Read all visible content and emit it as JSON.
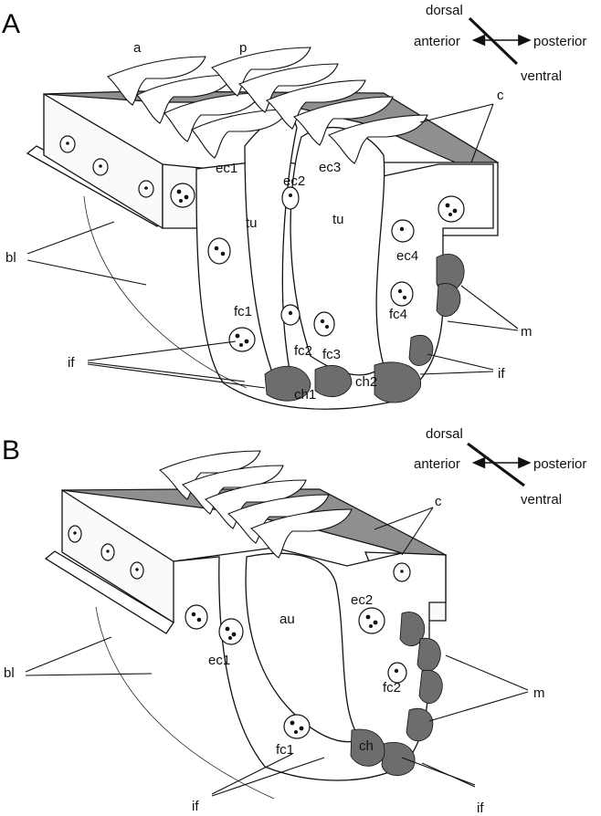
{
  "panelA": {
    "letter": "A",
    "compass": {
      "dorsal": "dorsal",
      "anterior": "anterior",
      "posterior": "posterior",
      "ventral": "ventral"
    },
    "labels": {
      "a": "a",
      "p": "p",
      "c": "c",
      "bl": "bl",
      "ec1": "ec1",
      "ec2": "ec2",
      "ec3": "ec3",
      "ec4": "ec4",
      "tu1": "tu",
      "tu2": "tu",
      "fc1": "fc1",
      "fc2": "fc2",
      "fc3": "fc3",
      "fc4": "fc4",
      "ch1": "ch1",
      "ch2": "ch2",
      "if_left": "if",
      "if_right": "if",
      "m": "m"
    }
  },
  "panelB": {
    "letter": "B",
    "compass": {
      "dorsal": "dorsal",
      "anterior": "anterior",
      "posterior": "posterior",
      "ventral": "ventral"
    },
    "labels": {
      "c": "c",
      "bl": "bl",
      "au": "au",
      "ec1": "ec1",
      "ec2": "ec2",
      "fc1": "fc1",
      "fc2": "fc2",
      "ch": "ch",
      "m": "m",
      "if_left": "if",
      "if_right": "if"
    }
  }
}
